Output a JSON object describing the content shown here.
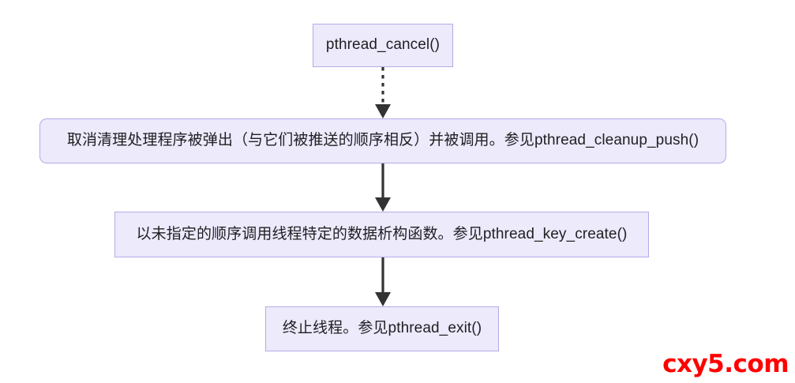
{
  "diagram": {
    "title": "pthread_cancel cancellation sequence",
    "colors": {
      "node_fill": "#ECEAFB",
      "node_border": "#B9A8E8",
      "connector": "#333333",
      "text": "#1f1f22",
      "watermark": "#FF0000"
    },
    "nodes": [
      {
        "id": "cancel",
        "label": "pthread_cancel()",
        "shape": "rectangle"
      },
      {
        "id": "cleanup",
        "label": "取消清理处理程序被弹出（与它们被推送的顺序相反）并被调用。参见pthread_cleanup_push()",
        "shape": "rounded-rectangle"
      },
      {
        "id": "key",
        "label": "以未指定的顺序调用线程特定的数据析构函数。参见pthread_key_create()",
        "shape": "rectangle"
      },
      {
        "id": "exit",
        "label": "终止线程。参见pthread_exit()",
        "shape": "rectangle"
      }
    ],
    "edges": [
      {
        "id": "edge-cancel-cleanup",
        "from": "cancel",
        "to": "cleanup",
        "style": "dotted",
        "arrow": "filled-triangle"
      },
      {
        "id": "edge-cleanup-key",
        "from": "cleanup",
        "to": "key",
        "style": "solid",
        "arrow": "filled-triangle"
      },
      {
        "id": "edge-key-exit",
        "from": "key",
        "to": "exit",
        "style": "solid",
        "arrow": "filled-triangle"
      }
    ]
  },
  "watermark": {
    "text": "cxy5.com"
  }
}
